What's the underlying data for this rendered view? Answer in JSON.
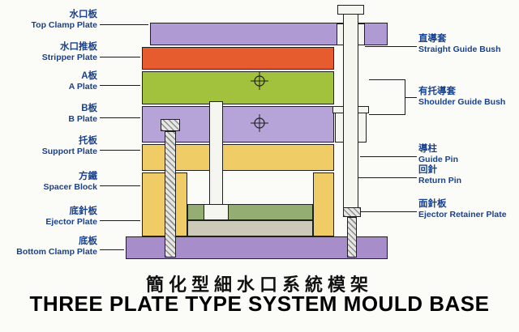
{
  "labels_left": [
    {
      "zh": "水口板",
      "en": "Top Clamp Plate"
    },
    {
      "zh": "水口推板",
      "en": "Stripper Plate"
    },
    {
      "zh": "A板",
      "en": "A Plate"
    },
    {
      "zh": "B板",
      "en": "B Plate"
    },
    {
      "zh": "托板",
      "en": "Support Plate"
    },
    {
      "zh": "方鐵",
      "en": "Spacer Block"
    },
    {
      "zh": "底針板",
      "en": "Ejector Plate"
    },
    {
      "zh": "底板",
      "en": "Bottom Clamp Plate"
    }
  ],
  "labels_right": [
    {
      "zh": "直導套",
      "en": "Straight Guide Bush"
    },
    {
      "zh": "有托導套",
      "en": "Shoulder Guide Bush"
    },
    {
      "zh": "導柱",
      "en": "Guide Pin"
    },
    {
      "zh": "回針",
      "en": "Return Pin"
    },
    {
      "zh": "面針板",
      "en": "Ejector Retainer Plate"
    }
  ],
  "title": {
    "zh": "簡化型細水口系統模架",
    "en": "THREE PLATE TYPE SYSTEM MOULD BASE"
  },
  "colors": {
    "label_text": "#17418f",
    "top_clamp_plate": "#b09ad3",
    "stripper_plate": "#e75c2e",
    "a_plate": "#a2c23d",
    "b_plate": "#b6a3d8",
    "support_plate": "#f0cc66",
    "spacer_block": "#f0cc66",
    "ejector_retainer_plate": "#93ad72",
    "ejector_plate": "#cdc9b8",
    "bottom_clamp_plate": "#a78ecb"
  }
}
